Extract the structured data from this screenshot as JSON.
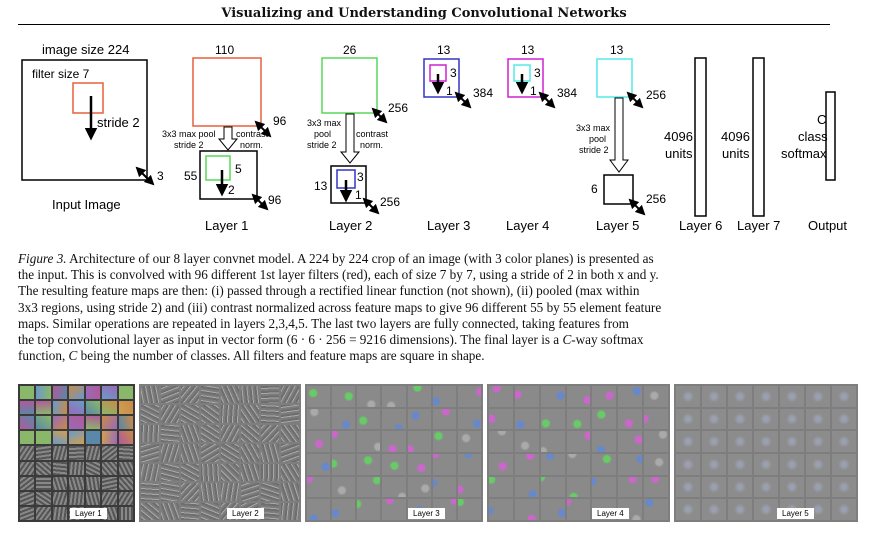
{
  "header": {
    "title": "Visualizing and Understanding Convolutional Networks"
  },
  "diagram": {
    "input": {
      "image_size": "image size 224",
      "filter_size": "filter size 7",
      "stride": "stride 2",
      "channels": "3",
      "caption": "Input Image"
    },
    "layer1": {
      "top": "110",
      "pool": [
        "3x3 max pool",
        "stride 2"
      ],
      "contrast": [
        "contrast",
        "norm."
      ],
      "depth_top": "96",
      "map_size": "55",
      "filter": "5",
      "stride": "2",
      "depth_bottom": "96",
      "caption": "Layer 1"
    },
    "layer2": {
      "top": "26",
      "pool": [
        "3x3 max",
        "pool",
        "stride 2"
      ],
      "contrast": [
        "contrast",
        "norm."
      ],
      "depth_top": "256",
      "map_size": "13",
      "filter": "3",
      "stride": "1",
      "depth_bottom": "256",
      "caption": "Layer 2"
    },
    "layer3": {
      "top": "13",
      "filter": "3",
      "stride": "1",
      "depth": "384",
      "caption": "Layer 3"
    },
    "layer4": {
      "top": "13",
      "filter": "3",
      "stride": "1",
      "depth": "384",
      "caption": "Layer 4"
    },
    "layer5": {
      "top": "13",
      "depth_top": "256",
      "pool": [
        "3x3 max",
        "pool",
        "stride 2"
      ],
      "map_size": "6",
      "depth_bottom": "256",
      "caption": "Layer 5"
    },
    "layer6": {
      "units": [
        "4096",
        "units"
      ],
      "caption": "Layer 6"
    },
    "layer7": {
      "units": [
        "4096",
        "units"
      ],
      "caption": "Layer 7"
    },
    "output": {
      "units": [
        "C",
        "class",
        "softmax"
      ],
      "caption": "Output"
    },
    "colors": {
      "red": "#e8603c",
      "green": "#59d859",
      "blue": "#3434c8",
      "magenta": "#d020d0",
      "cyan": "#55e8e8"
    }
  },
  "caption": {
    "label": "Figure 3.",
    "line1": "Architecture of our 8 layer convnet model. A 224 by 224 crop of an image (with 3 color planes) is presented as",
    "line2": "the input. This is convolved with 96 different 1st layer filters (red), each of size 7 by 7, using a stride of 2 in both x and y.",
    "line3": "The resulting feature maps are then: (i) passed through a rectified linear function (not shown), (ii) pooled (max within",
    "line4": "3x3 regions, using stride 2) and (iii) contrast normalized across feature maps to give 96 different 55 by 55 element feature",
    "line5": "maps. Similar operations are repeated in layers 2,3,4,5. The last two layers are fully connected, taking features from",
    "line6": "the top convolutional layer as input in vector form (6 · 6 · 256 = 9216 dimensions). The final layer is a",
    "line6_c": "C",
    "line6_end": "-way softmax",
    "line7_c": "C",
    "line7": "function,",
    "line7_end": "being the number of classes. All filters and feature maps are square in shape."
  },
  "panels": [
    {
      "label": "Layer 1"
    },
    {
      "label": "Layer 2"
    },
    {
      "label": "Layer 3"
    },
    {
      "label": "Layer 4"
    },
    {
      "label": "Layer 5"
    }
  ]
}
